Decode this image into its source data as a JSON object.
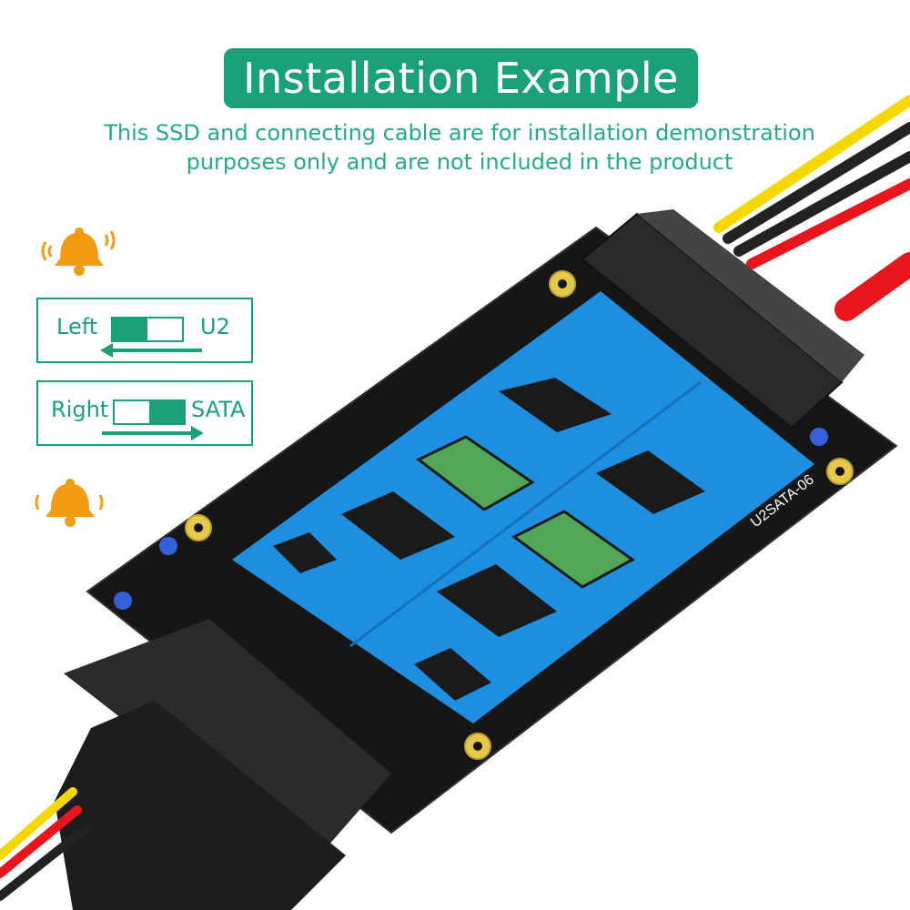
{
  "title": "Installation Example",
  "subtitle_line1": "This SSD and connecting cable are for installation demonstration",
  "subtitle_line2": "purposes only and are not included in the product",
  "switch_left": {
    "side": "Left",
    "mode": "U2"
  },
  "switch_right": {
    "side": "Right",
    "mode": "SATA"
  },
  "board_label": "U2SATA-06",
  "colors": {
    "accent": "#1aa17a",
    "bell": "#f39c12",
    "pcb": "#1a1a1a",
    "ssd": "#1e8fe0"
  },
  "icons": [
    "bell-icon",
    "bell-icon"
  ]
}
